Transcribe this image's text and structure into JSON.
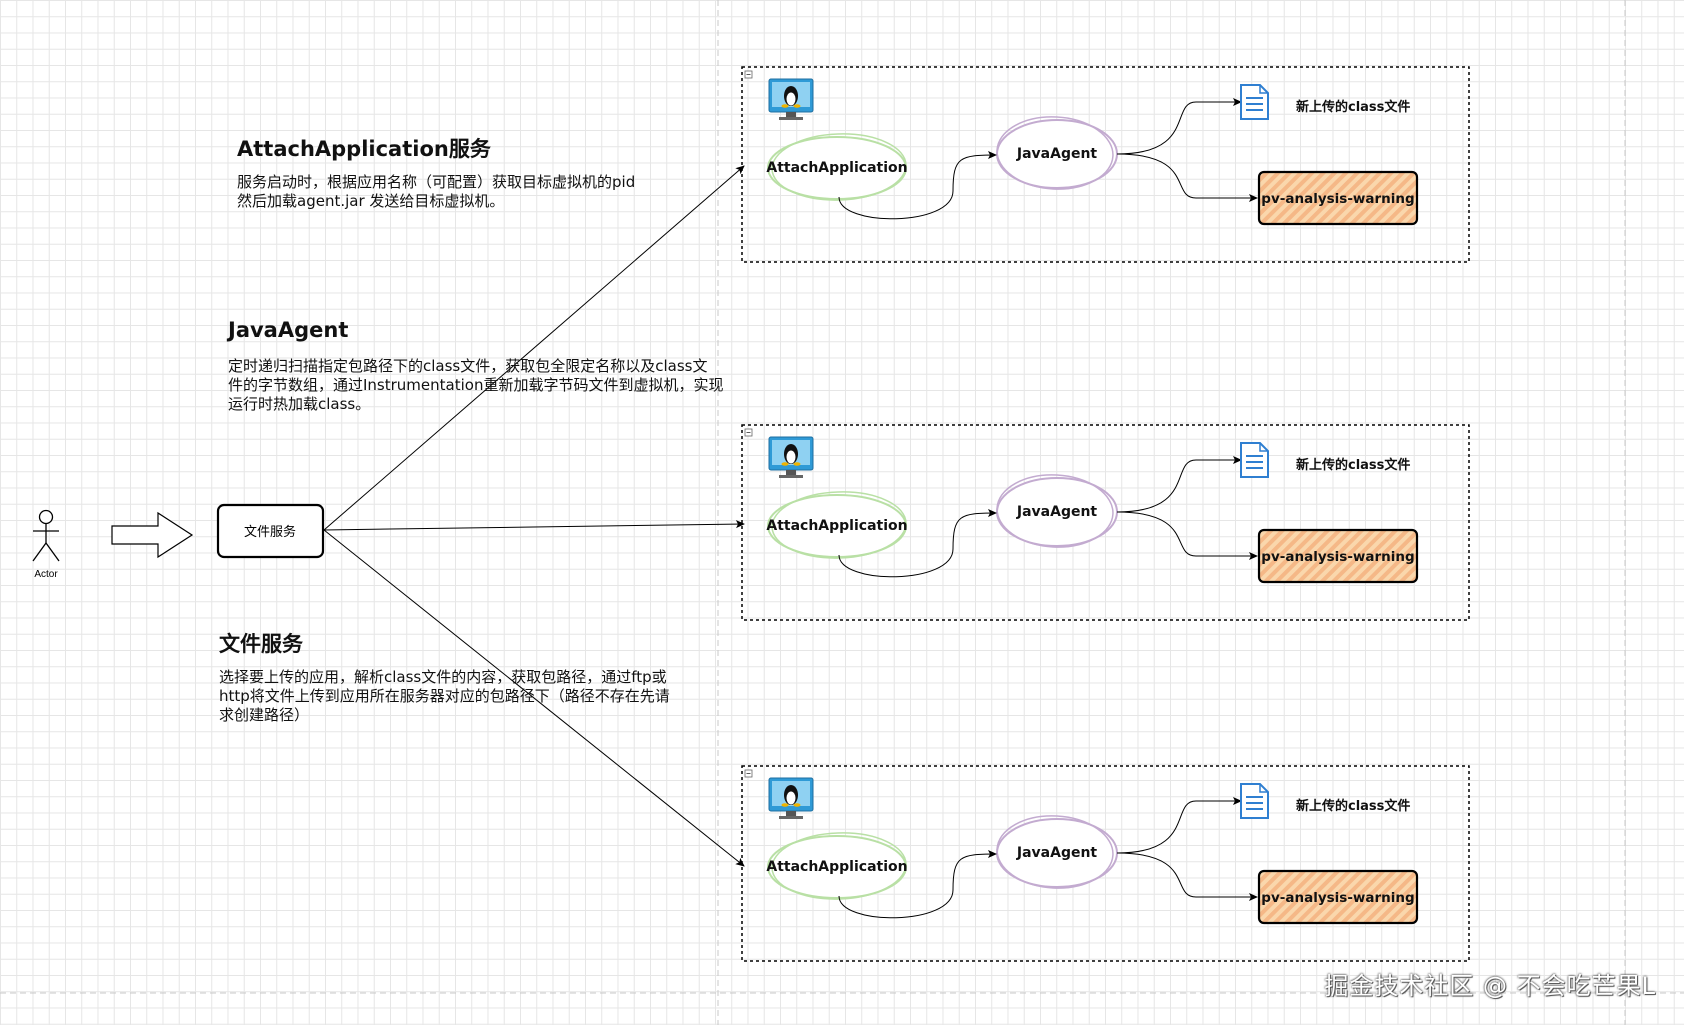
{
  "actor": {
    "label": "Actor"
  },
  "file_service_node": {
    "label": "文件服务"
  },
  "sections": [
    {
      "title": "AttachApplication服务",
      "body": "服务启动时，根据应用名称（可配置）获取目标虚拟机的pid\n然后加载agent.jar 发送给目标虚拟机。"
    },
    {
      "title": "JavaAgent",
      "body": "定时递归扫描指定包路径下的class文件，获取包全限定名称以及class文\n件的字节数组，通过Instrumentation重新加载字节码文件到虚拟机，实现\n运行时热加载class。"
    },
    {
      "title": "文件服务",
      "body": "选择要上传的应用，解析class文件的内容，获取包路径，通过ftp或\nhttp将文件上传到应用所在服务器对应的包路径下（路径不存在先请\n求创建路径）"
    }
  ],
  "servers": [
    {
      "attach_label": "AttachApplication",
      "agent_label": "JavaAgent",
      "file_label": "新上传的class文件",
      "app_label": "pv-analysis-warning"
    },
    {
      "attach_label": "AttachApplication",
      "agent_label": "JavaAgent",
      "file_label": "新上传的class文件",
      "app_label": "pv-analysis-warning"
    },
    {
      "attach_label": "AttachApplication",
      "agent_label": "JavaAgent",
      "file_label": "新上传的class文件",
      "app_label": "pv-analysis-warning"
    }
  ],
  "watermark": "掘金技术社区 @ 不会吃芒果L",
  "colors": {
    "attach_stroke": "#b9e0a5",
    "agent_stroke": "#c3abd0",
    "app_fill": "#fad7ac",
    "app_hatch": "#f5b887",
    "doc_icon": "#2f7fd1"
  },
  "icons": {
    "server": "linux-monitor-icon",
    "file": "document-icon",
    "actor": "stick-figure-icon",
    "arrow": "block-arrow-icon"
  }
}
